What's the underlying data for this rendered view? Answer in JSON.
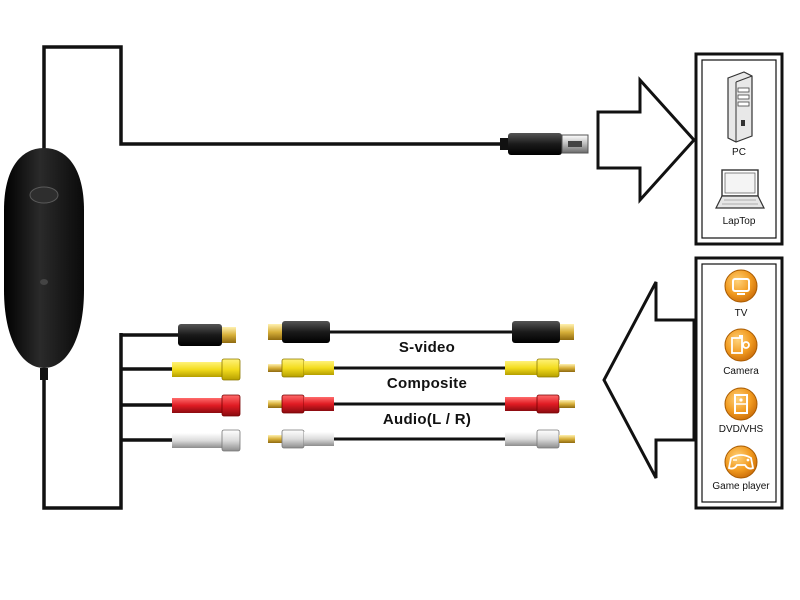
{
  "computers": {
    "pc_label": "PC",
    "laptop_label": "LapTop"
  },
  "cables": {
    "svideo_label": "S-video",
    "composite_label": "Composite",
    "audio_label": "Audio(L / R)"
  },
  "sources": {
    "tv_label": "TV",
    "camera_label": "Camera",
    "dvd_label": "DVD/VHS",
    "game_label": "Game player"
  },
  "colors": {
    "line": "#111111",
    "plug_black": "#1a1a1a",
    "yellow": "#f3dc1d",
    "red": "#e01b23",
    "white": "#e4e4e4",
    "orange": "#f19a1f"
  }
}
